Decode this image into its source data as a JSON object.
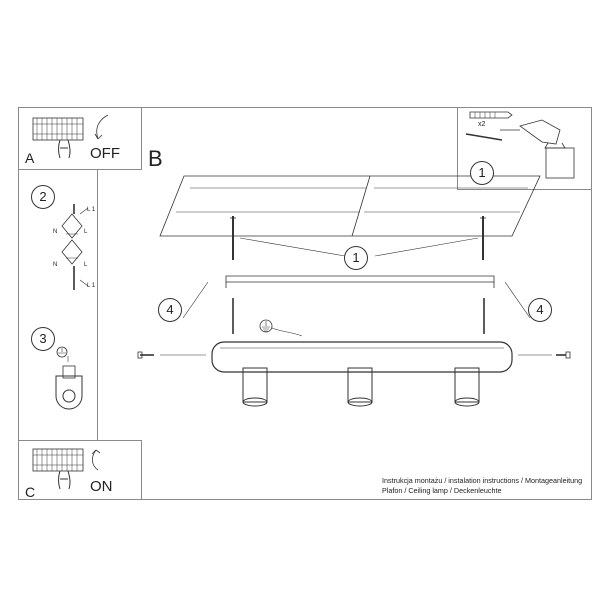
{
  "panels": {
    "a": {
      "letter": "A",
      "action": "OFF"
    },
    "b": {
      "letter": "B"
    },
    "c": {
      "letter": "C",
      "action": "ON"
    }
  },
  "steps": {
    "step1_tools": "1",
    "step1_main": "1",
    "step2": "2",
    "step3": "3",
    "step4_left": "4",
    "step4_right": "4"
  },
  "tools": {
    "anchor_count": "x2"
  },
  "wiring": {
    "terminal_l1_top": "L 1",
    "terminal_l1_bottom": "L 1",
    "terminal_n_top": "N",
    "terminal_n_bottom": "N",
    "terminal_l_top": "L",
    "terminal_l_bottom": "L"
  },
  "caption": {
    "line1": "Instrukcja montażu / instalation instructions / Montageanleitung",
    "line2": "Plafon / Ceiling lamp / Deckenleuchte"
  },
  "colors": {
    "line": "#333333",
    "frame": "#8a8a8a",
    "shade": "#c8c8c8"
  }
}
